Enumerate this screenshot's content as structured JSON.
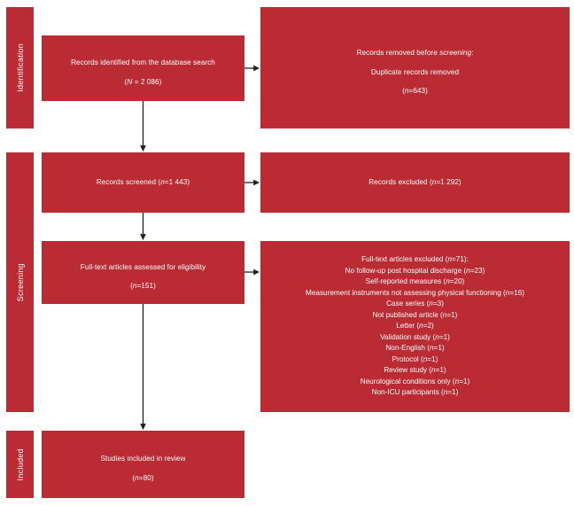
{
  "figure": {
    "kind": "prisma-flow-diagram",
    "accent_color": "#ba2b33",
    "text_color": "#ffffff",
    "background_color": "#ffffff"
  },
  "stages": [
    {
      "id": "identification",
      "label": "Identification"
    },
    {
      "id": "screening",
      "label": "Screening"
    },
    {
      "id": "included",
      "label": "Included"
    }
  ],
  "boxes": {
    "records_identified": {
      "line1": "Records identified from the database search",
      "line2": "(N = 2 086)"
    },
    "records_removed": {
      "line1": "Records removed before screening:",
      "line2": "Duplicate records removed",
      "line3": "(n=643)"
    },
    "records_screened": {
      "line1": "Records screened (n=1 443)"
    },
    "records_excluded": {
      "line1": "Records excluded (n=1 292)"
    },
    "fulltext_assessed": {
      "line1": "Full-text articles assessed for eligibility",
      "line2": "(n=151)"
    },
    "studies_included": {
      "line1": "Studies included in review",
      "line2": "(n=80)"
    }
  },
  "exclusions": {
    "heading": "Full-text articles excluded (n=71):",
    "reasons": [
      "No follow-up post hospital discharge (n=23)",
      "Self-reported measures (n=20)",
      "Measurement instruments not assessing physical functioning (n=16)",
      "Case series (n=3)",
      "Not published article (n=1)",
      "Letter (n=2)",
      "Validation study (n=1)",
      "Non-English (n=1)",
      "Protocol (n=1)",
      "Review study (n=1)",
      "Neurological conditions only (n=1)",
      "Non-ICU participants (n=1)"
    ]
  },
  "arrows": [
    {
      "id": "identified-to-removed",
      "direction": "right"
    },
    {
      "id": "identified-to-screened",
      "direction": "down"
    },
    {
      "id": "screened-to-excluded",
      "direction": "right"
    },
    {
      "id": "screened-to-fulltext",
      "direction": "down"
    },
    {
      "id": "fulltext-to-exclusions",
      "direction": "right"
    },
    {
      "id": "fulltext-to-included",
      "direction": "down"
    }
  ]
}
